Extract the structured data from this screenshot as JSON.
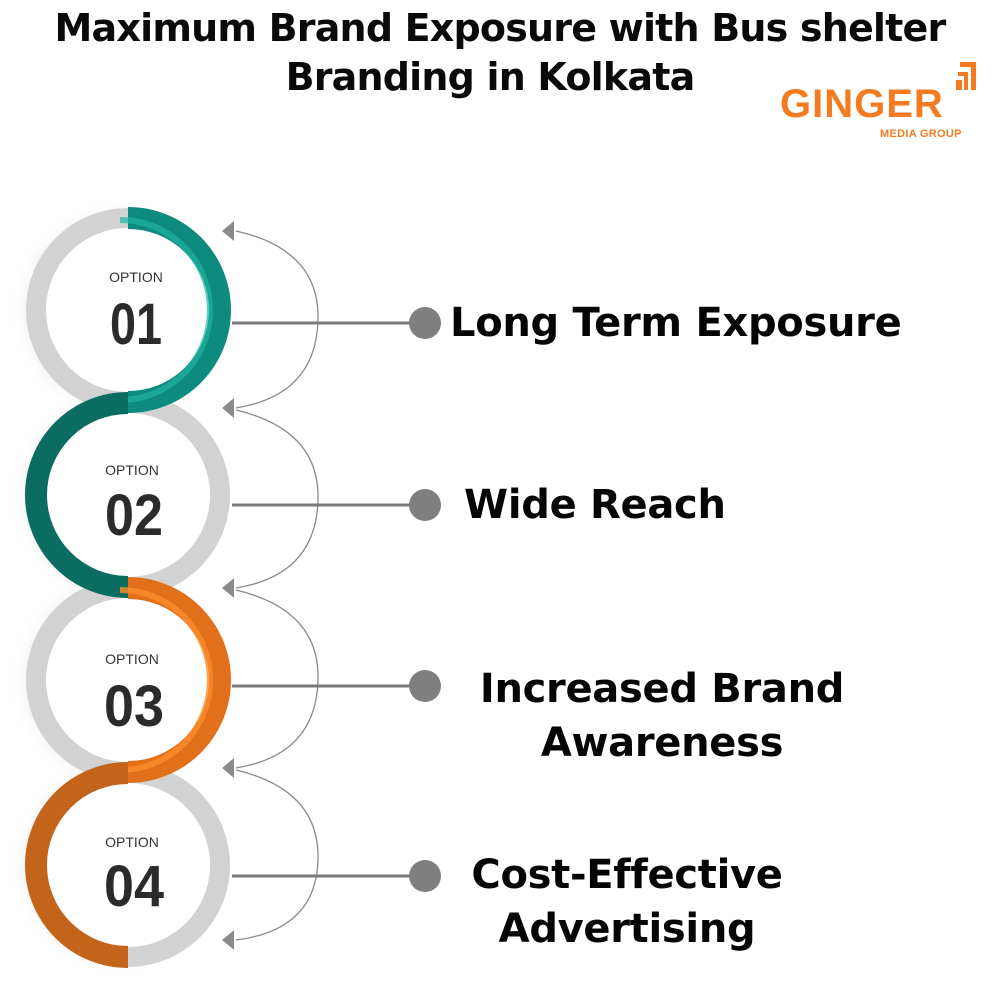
{
  "header": {
    "title_line1": "Maximum Brand Exposure with Bus shelter",
    "title_line2": "Branding in Kolkata"
  },
  "logo": {
    "name": "GINGER",
    "tagline": "MEDIA GROUP",
    "color": "#f47b20"
  },
  "options": [
    {
      "caption": "OPTION",
      "number": "01",
      "label_line1": "Long Term Exposure",
      "label_line2": "",
      "ring_color": "#0f8f83"
    },
    {
      "caption": "OPTION",
      "number": "02",
      "label_line1": "Wide Reach",
      "label_line2": "",
      "ring_color": "#0c6e64"
    },
    {
      "caption": "OPTION",
      "number": "03",
      "label_line1": "Increased Brand",
      "label_line2": "Awareness",
      "ring_color": "#e8731c"
    },
    {
      "caption": "OPTION",
      "number": "04",
      "label_line1": "Cost-Effective",
      "label_line2": "Advertising",
      "ring_color": "#c8651a"
    }
  ],
  "colors": {
    "connector": "#7a7a7a",
    "teal_light": "#14a392",
    "teal_dark": "#0b6b61",
    "orange_light": "#f58220",
    "orange_dark": "#c5621a"
  }
}
